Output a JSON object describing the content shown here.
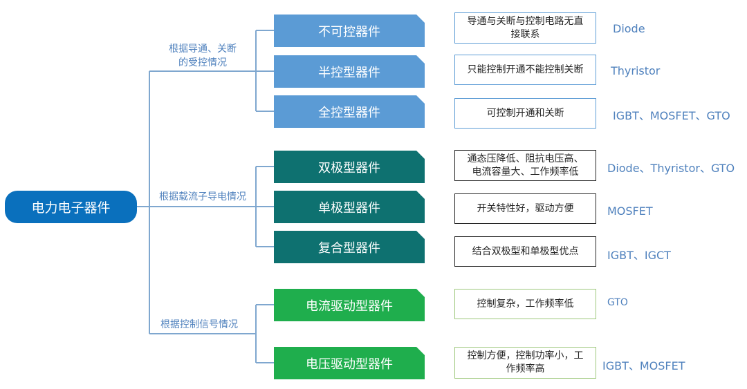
{
  "root": {
    "label": "电力电子器件",
    "color": "#0a70bd"
  },
  "line_color": "#7fa7cf",
  "groups": [
    {
      "criterion": "根据导通、关断的受控情况",
      "criterion_lines": [
        "根据导通、关断",
        "的受控情况"
      ],
      "color": "#5b9bd5",
      "ex_color": "#4f81bd",
      "desc_border": "#5b9bd5",
      "devices": [
        {
          "name": "不可控器件",
          "desc": "导通与关断与控制电路无直接联系",
          "desc_lines": [
            "导通与关断与控制电路无直",
            "接联系"
          ],
          "examples": "Diode"
        },
        {
          "name": "半控型器件",
          "desc": "只能控制开通不能控制关断",
          "desc_lines": [
            "只能控制开通不能控制关断"
          ],
          "examples": "Thyristor"
        },
        {
          "name": "全控型器件",
          "desc": "可控制开通和关断",
          "desc_lines": [
            "可控制开通和关断"
          ],
          "examples": "IGBT、MOSFET、GTO"
        }
      ]
    },
    {
      "criterion": "根据载流子导电情况",
      "criterion_lines": [
        "根据载流子导电情况"
      ],
      "color": "#0e7170",
      "ex_color": "#4f81bd",
      "desc_border": "#222222",
      "devices": [
        {
          "name": "双极型器件",
          "desc": "通态压降低、阻抗电压高、电流容量大、工作频率低",
          "desc_lines": [
            "通态压降低、阻抗电压高、",
            "电流容量大、工作频率低"
          ],
          "examples": "Diode、Thyristor、GTO"
        },
        {
          "name": "单极型器件",
          "desc": "开关特性好，驱动方便",
          "desc_lines": [
            "开关特性好，驱动方便"
          ],
          "examples": "MOSFET"
        },
        {
          "name": "复合型器件",
          "desc": "结合双极型和单极型优点",
          "desc_lines": [
            "结合双极型和单极型优点"
          ],
          "examples": "IGBT、IGCT"
        }
      ]
    },
    {
      "criterion": "根据控制信号情况",
      "criterion_lines": [
        "根据控制信号情况"
      ],
      "color": "#1fae4d",
      "ex_color": "#4f81bd",
      "desc_border": "#9cc77a",
      "devices": [
        {
          "name": "电流驱动型器件",
          "desc": "控制复杂，工作频率低",
          "desc_lines": [
            "控制复杂，工作频率低"
          ],
          "examples": "GTO"
        },
        {
          "name": "电压驱动型器件",
          "desc": "控制方便，控制功率小，工作频率高",
          "desc_lines": [
            "控制方便，控制功率小，工",
            "作频率高"
          ],
          "examples": "IGBT、MOSFET"
        }
      ]
    }
  ]
}
